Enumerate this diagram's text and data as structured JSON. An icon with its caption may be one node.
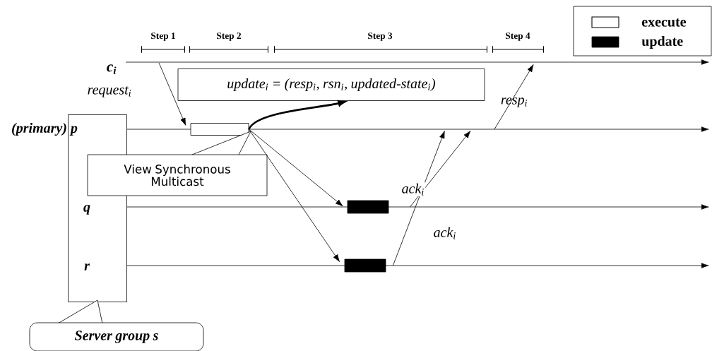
{
  "diagram": {
    "nodes": [
      {
        "text": [
          "update$_{i}$ = (resp$_{i}$, rsn$_{i}$, updated-state$_{i}$)"
        ]
      },
      {
        "text": [],
        "shape": "box"
      },
      {
        "text": [],
        "shape": "box"
      },
      {
        "text": [
          "View Synchronous Multicast"
        ]
      },
      {
        "text": [],
        "shape": "bar"
      },
      {
        "text": [],
        "shape": "bar"
      },
      {
        "text": [
          "Server group s"
        ]
      }
    ],
    "edges": [
      {
        "from": null,
        "to": 2,
        "arrow": "to",
        "label": "request$_{i}$"
      },
      {
        "from": 2,
        "to": 4,
        "arrow": "to"
      },
      {
        "from": 2,
        "to": 5,
        "arrow": "to"
      },
      {
        "from": 2,
        "to": 0,
        "arrow": "to",
        "style": "thick"
      },
      {
        "from": 4,
        "to": null,
        "arrow": "to",
        "label": "ack$_{i}$"
      },
      {
        "from": 5,
        "to": null,
        "arrow": "to",
        "label": "ack$_{i}$"
      }
    ],
    "labels": [
      "Step 1",
      "Step 2",
      "Step 3",
      "Step 4",
      "c$_{i}$",
      "(primary) p",
      "resp$_{i}$",
      "q",
      "r"
    ],
    "legend": [
      {
        "text": "execute"
      },
      {
        "text": "update",
        "color": "#000000"
      }
    ]
  }
}
